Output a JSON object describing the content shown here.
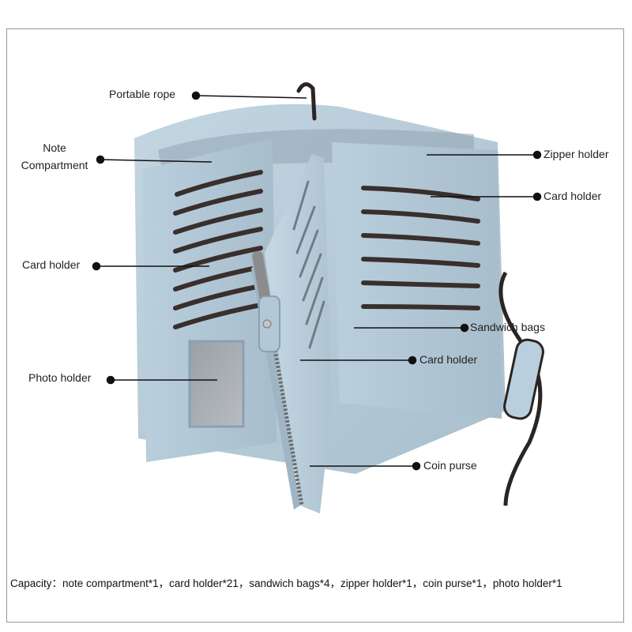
{
  "callouts": {
    "portable_rope": "Portable rope",
    "note_compartment_line1": "Note",
    "note_compartment_line2": "Compartment",
    "card_holder_left": "Card holder",
    "photo_holder": "Photo holder",
    "zipper_holder": "Zipper holder",
    "card_holder_right": "Card holder",
    "sandwich_bags": "Sandwich bags",
    "card_holder_middle": "Card holder",
    "coin_purse": "Coin purse"
  },
  "capacity_text": "Capacity：note compartment*1，card holder*21，sandwich bags*4，zipper holder*1，coin purse*1，photo holder*1",
  "colors": {
    "leather": "#b7cddb",
    "leather_shadow": "#9fb5c4",
    "leather_dark": "#8aa1b1",
    "slot": "#3a2f2c",
    "strap": "#2a2422",
    "line": "#111111"
  }
}
